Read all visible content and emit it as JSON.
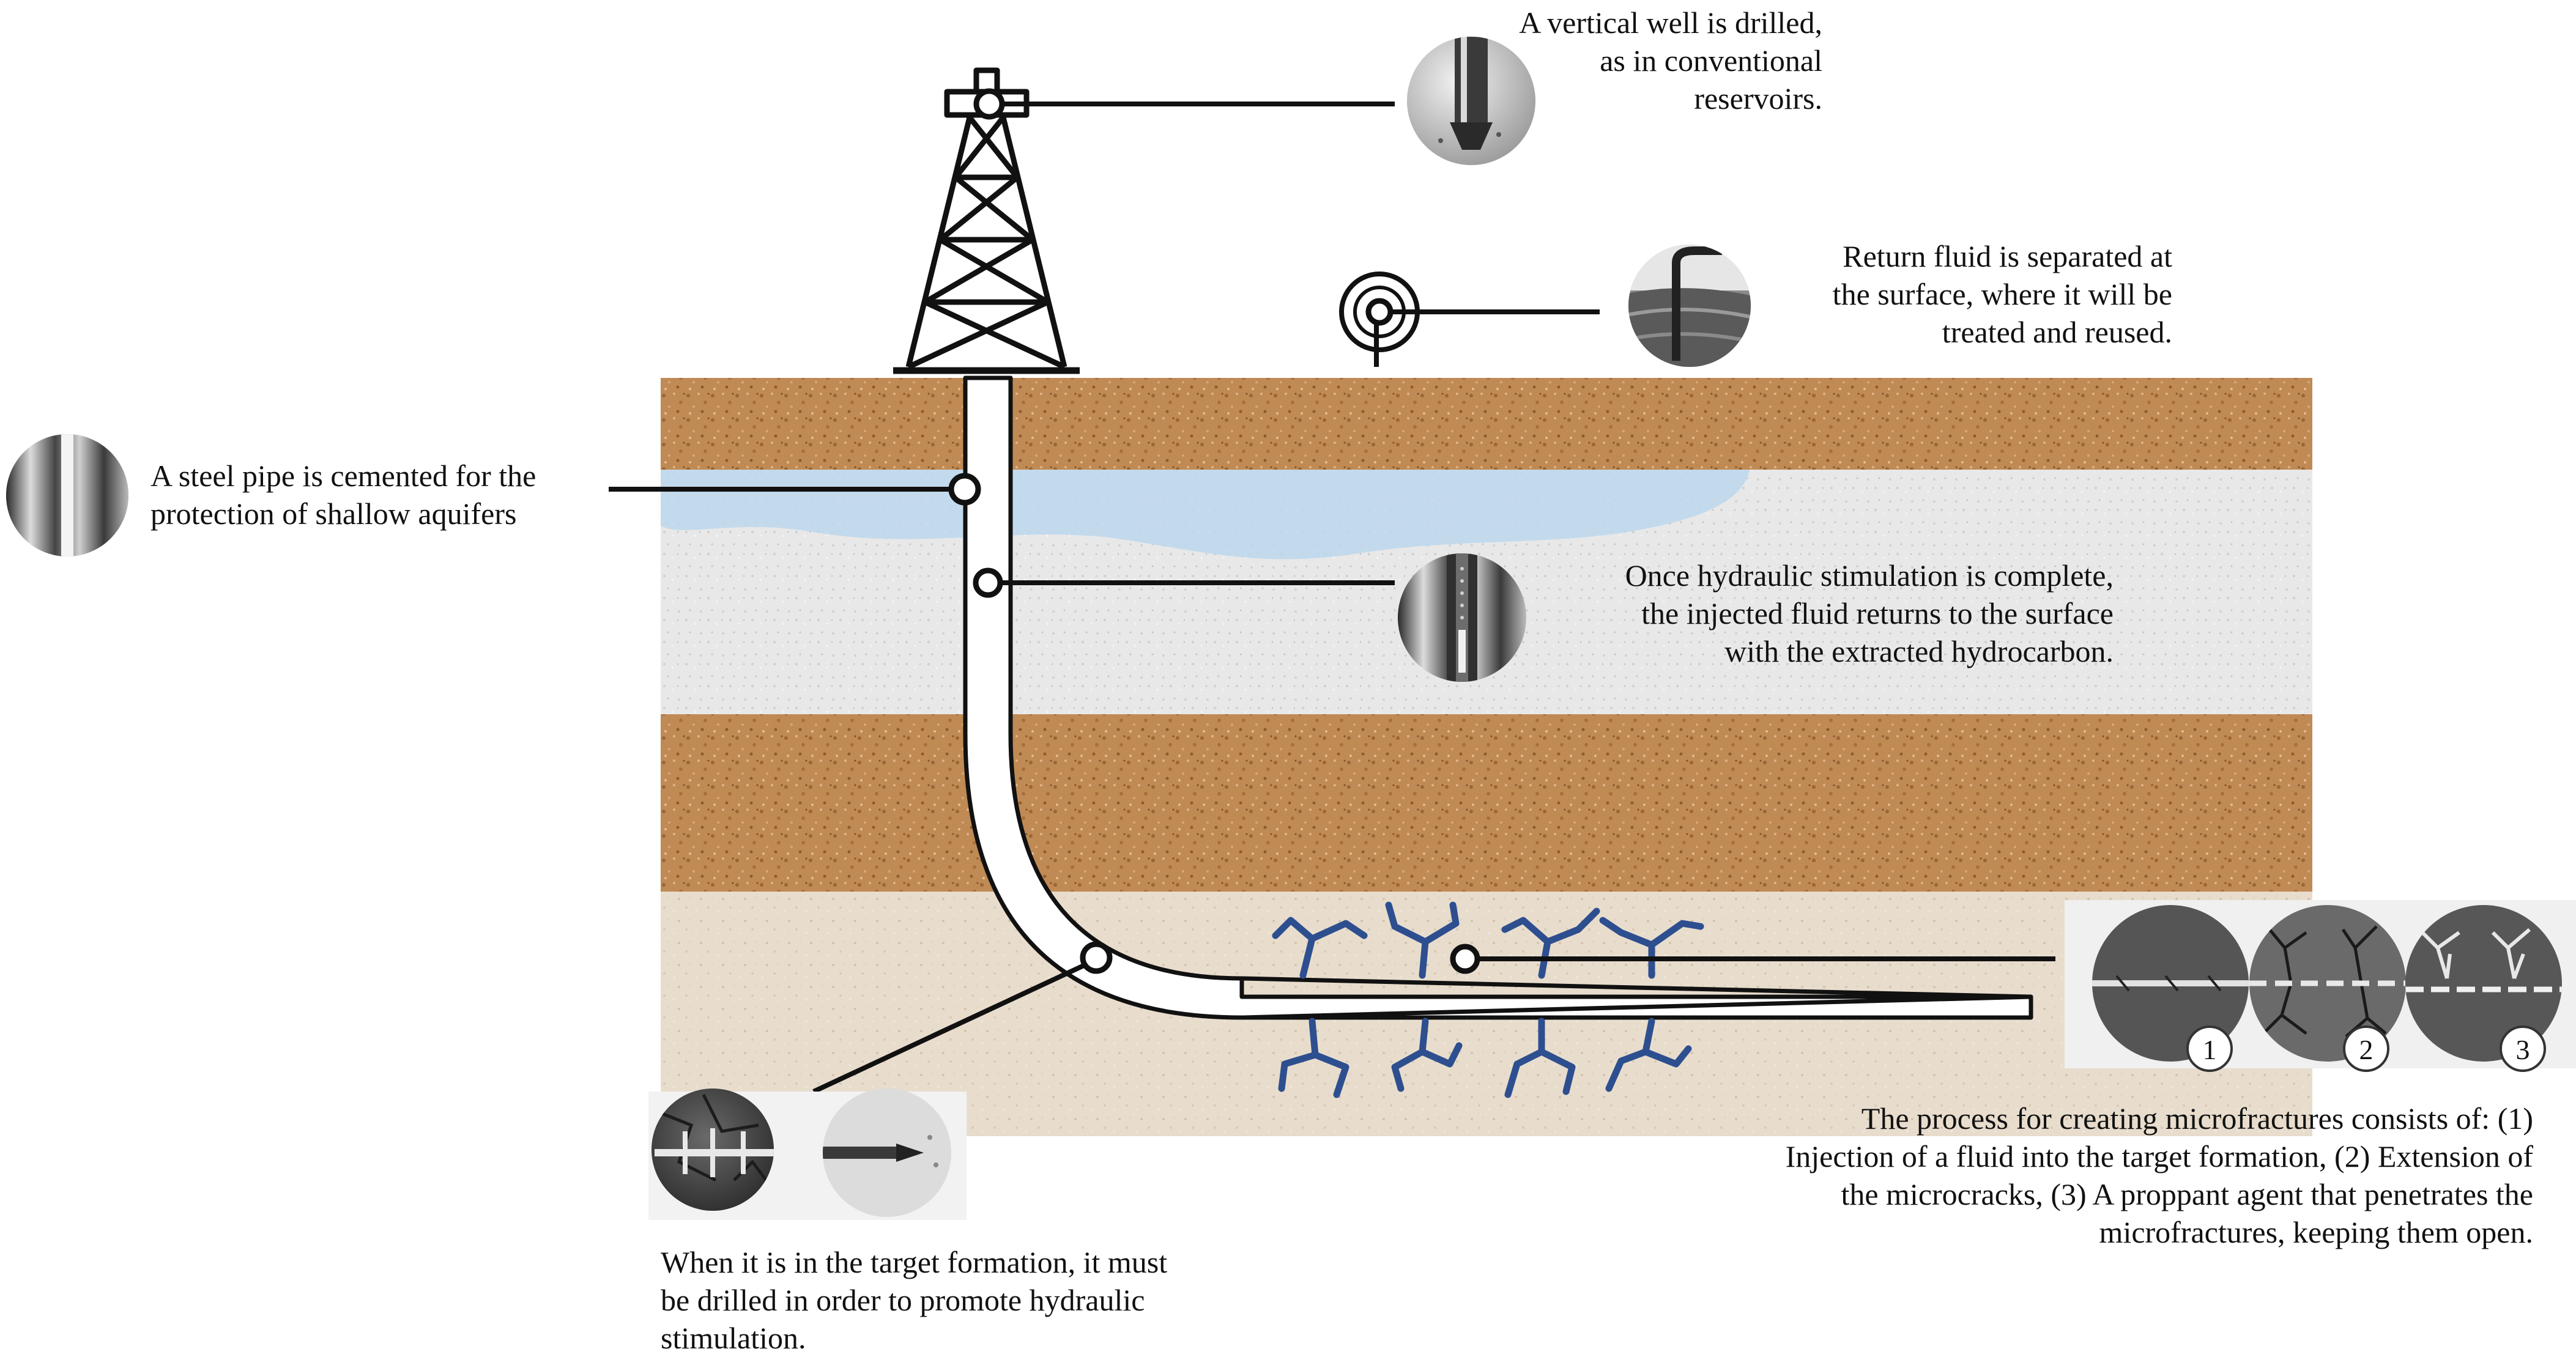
{
  "colors": {
    "sand": "#c08a55",
    "sand_dark": "#9c6535",
    "gray_stone": "#e6e6e6",
    "aquifer": "#bcd7ec",
    "target_formation": "#e8ddcd",
    "fracture": "#2e4f8f",
    "pipe": "#ffffff",
    "outline": "#111111"
  },
  "icons": {
    "derrick": "drilling-rig-icon",
    "drill_bit": "drill-bit-icon",
    "separator": "separator-tank-icon",
    "return_fluid": "return-fluid-icon",
    "steel_pipe": "steel-pipe-icon",
    "returning_fluid": "returning-fluid-icon",
    "horizontal_drilling": "horizontal-drilling-icon",
    "fracture_steps": "fracture-steps-icon"
  },
  "labels": {
    "vertical_well": [
      "A vertical well is drilled,",
      "as in conventional",
      "reservoirs."
    ],
    "return_fluid": [
      "Return fluid is separated at",
      "the surface, where it will be",
      "treated and reused."
    ],
    "steel_pipe": [
      "A steel pipe is cemented for the",
      "protection of shallow aquifers"
    ],
    "injected_fluid": [
      "Once hydraulic stimulation is complete,",
      "the injected fluid returns to the surface",
      "with the extracted hydrocarbon."
    ],
    "target_formation": [
      "When it is in the target formation, it must",
      "be drilled in order to promote hydraulic",
      "stimulation."
    ],
    "microfractures": [
      "The process for creating microfractures consists of: (1)",
      "Injection of a fluid into the target formation, (2) Extension of",
      "the microcracks, (3) A proppant agent that penetrates the",
      "microfractures, keeping them open."
    ]
  },
  "step_numbers": [
    "1",
    "2",
    "3"
  ]
}
